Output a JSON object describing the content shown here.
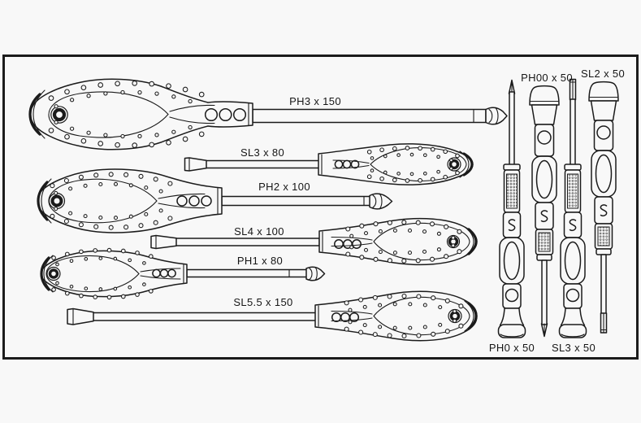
{
  "illustration": {
    "large_screwdrivers": [
      {
        "label": "PH3 x 150"
      },
      {
        "label": "SL3 x 80"
      },
      {
        "label": "PH2 x 100"
      },
      {
        "label": "SL4 x 100"
      },
      {
        "label": "PH1 x 80"
      },
      {
        "label": "SL5.5 x 150"
      }
    ],
    "precision_screwdrivers": [
      {
        "label": "PH0 x 50"
      },
      {
        "label": "PH00 x 50"
      },
      {
        "label": "SL3 x 50"
      },
      {
        "label": "SL2 x 50"
      }
    ],
    "colors": {
      "line": "#1b1b1b",
      "background": "#f8f8f8"
    }
  }
}
